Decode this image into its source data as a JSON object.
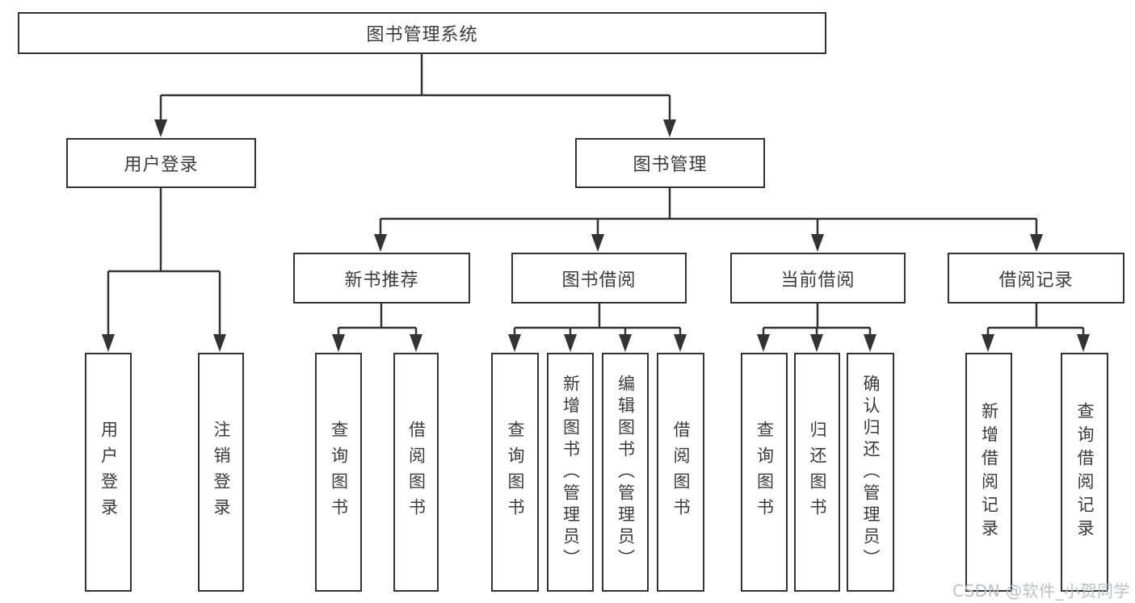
{
  "diagram": {
    "title_node": {
      "label": "图书管理系统"
    },
    "level2": [
      {
        "label": "用户登录"
      },
      {
        "label": "图书管理"
      }
    ],
    "level3": [
      {
        "label": "新书推荐"
      },
      {
        "label": "图书借阅"
      },
      {
        "label": "当前借阅"
      },
      {
        "label": "借阅记录"
      }
    ],
    "leaves": [
      {
        "label": "用户登录"
      },
      {
        "label": "注销登录"
      },
      {
        "label": "查询图书"
      },
      {
        "label": "借阅图书"
      },
      {
        "label": "查询图书"
      },
      {
        "label": "新增图书（管理员）"
      },
      {
        "label": "编辑图书（管理员）"
      },
      {
        "label": "借阅图书"
      },
      {
        "label": "查询图书"
      },
      {
        "label": "归还图书"
      },
      {
        "label": "确认归还（管理员）"
      },
      {
        "label": "新增借阅记录"
      },
      {
        "label": "查询借阅记录"
      }
    ],
    "watermark": "CSDN @软件_小贺同学",
    "colors": {
      "line": "#333333",
      "border": "#333333",
      "text": "#3b3b3b",
      "background": "#ffffff",
      "watermark": "#b9bdc4"
    }
  }
}
